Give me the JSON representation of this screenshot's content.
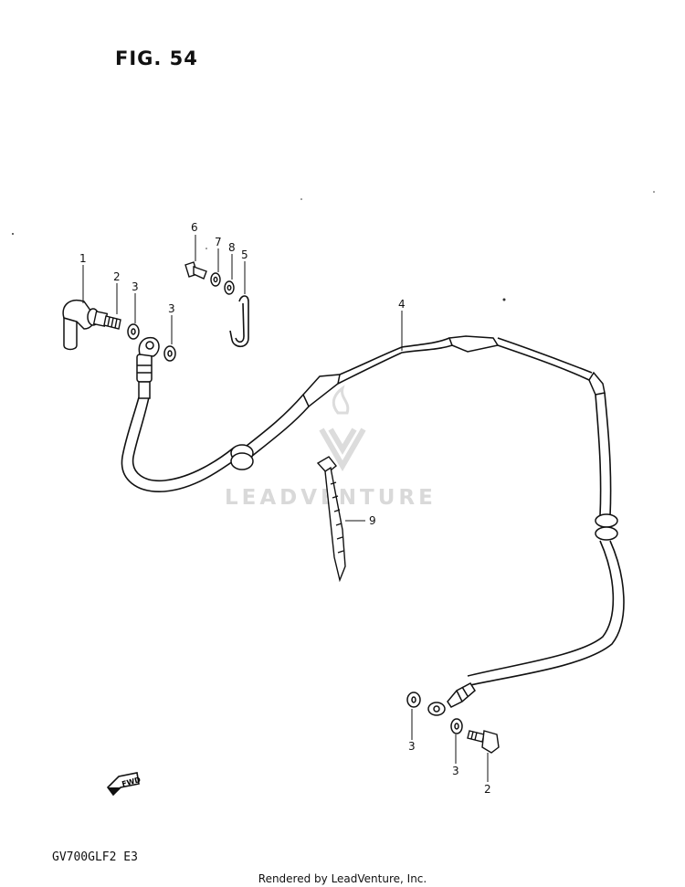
{
  "figure": {
    "title": "FIG. 54",
    "model_code": "GV700GLF2  E3",
    "footer": "Rendered by LeadVenture, Inc.",
    "watermark": "LEADVENTURE",
    "fwd_label": "FWD"
  },
  "callouts": [
    {
      "id": "c1",
      "label": "1"
    },
    {
      "id": "c2a",
      "label": "2"
    },
    {
      "id": "c3a",
      "label": "3"
    },
    {
      "id": "c3b",
      "label": "3"
    },
    {
      "id": "c6",
      "label": "6"
    },
    {
      "id": "c7",
      "label": "7"
    },
    {
      "id": "c8",
      "label": "8"
    },
    {
      "id": "c5",
      "label": "5"
    },
    {
      "id": "c4",
      "label": "4"
    },
    {
      "id": "c9",
      "label": "9"
    },
    {
      "id": "c3c",
      "label": "3"
    },
    {
      "id": "c3d",
      "label": "3"
    },
    {
      "id": "c2b",
      "label": "2"
    }
  ]
}
